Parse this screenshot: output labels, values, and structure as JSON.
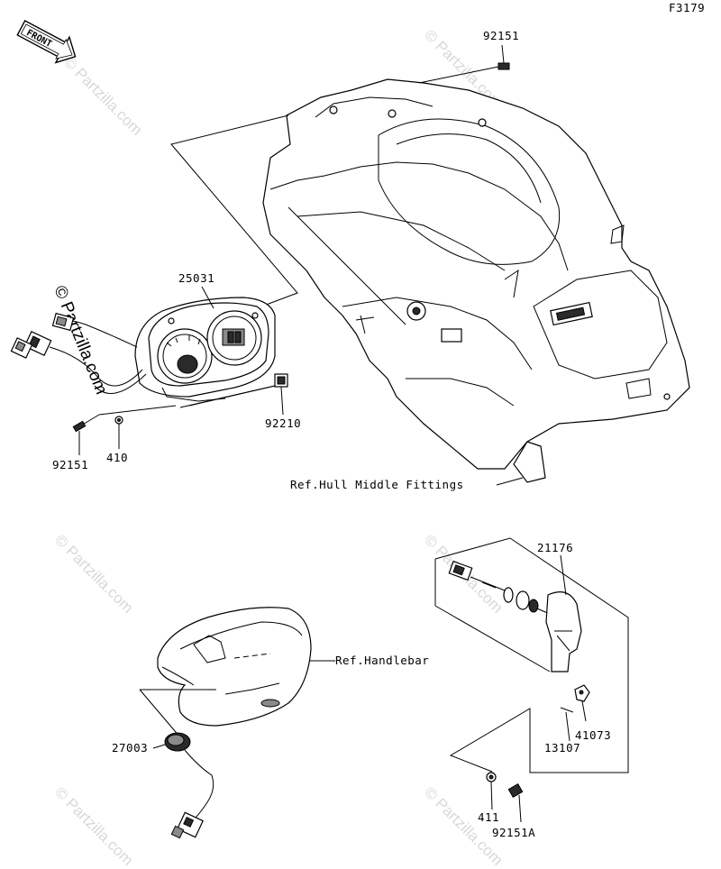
{
  "figure_code": "F3179",
  "front_marker": "FRONT",
  "watermark": "© Partzilla.com",
  "callouts": {
    "bolt_top": "92151",
    "meter_assembly": "25031",
    "bolt_left": "92151",
    "washer_left": "410",
    "clip_meter": "92210",
    "ref_hull": "Ref.Hull Middle Fittings",
    "switch_assembly": "21176",
    "ref_handlebar": "Ref.Handlebar",
    "switch_27003": "27003",
    "clip_41073": "41073",
    "pin_13107": "13107",
    "washer_411": "411",
    "bolt_92151a": "92151A"
  }
}
